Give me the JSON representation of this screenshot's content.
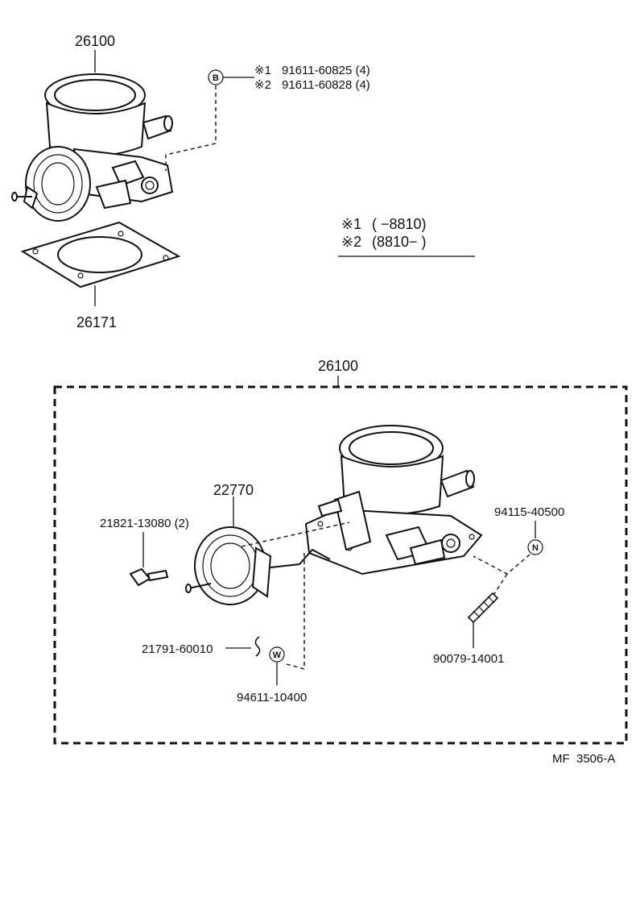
{
  "diagram": {
    "top_assembly": {
      "throttle_body_label": "26100",
      "gasket_label": "26171",
      "bolt_ref_letter": "B",
      "bolt_variants": [
        {
          "mark": "※1",
          "part": "91611-60825 (4)"
        },
        {
          "mark": "※2",
          "part": "91611-60828 (4)"
        }
      ]
    },
    "legend": [
      {
        "mark": "※1",
        "range": "(      −8810)"
      },
      {
        "mark": "※2",
        "range": "(8810−       )"
      }
    ],
    "exploded_view": {
      "group_label": "26100",
      "parts": {
        "actuator": "22770",
        "screw": "21821-13080 (2)",
        "clip": "21791-60010",
        "washer_part": "94611-10400",
        "washer_letter": "W",
        "nut_part": "94115-40500",
        "nut_letter": "N",
        "spring": "90079-14001"
      }
    },
    "figure_code": "MF  3506-A"
  }
}
